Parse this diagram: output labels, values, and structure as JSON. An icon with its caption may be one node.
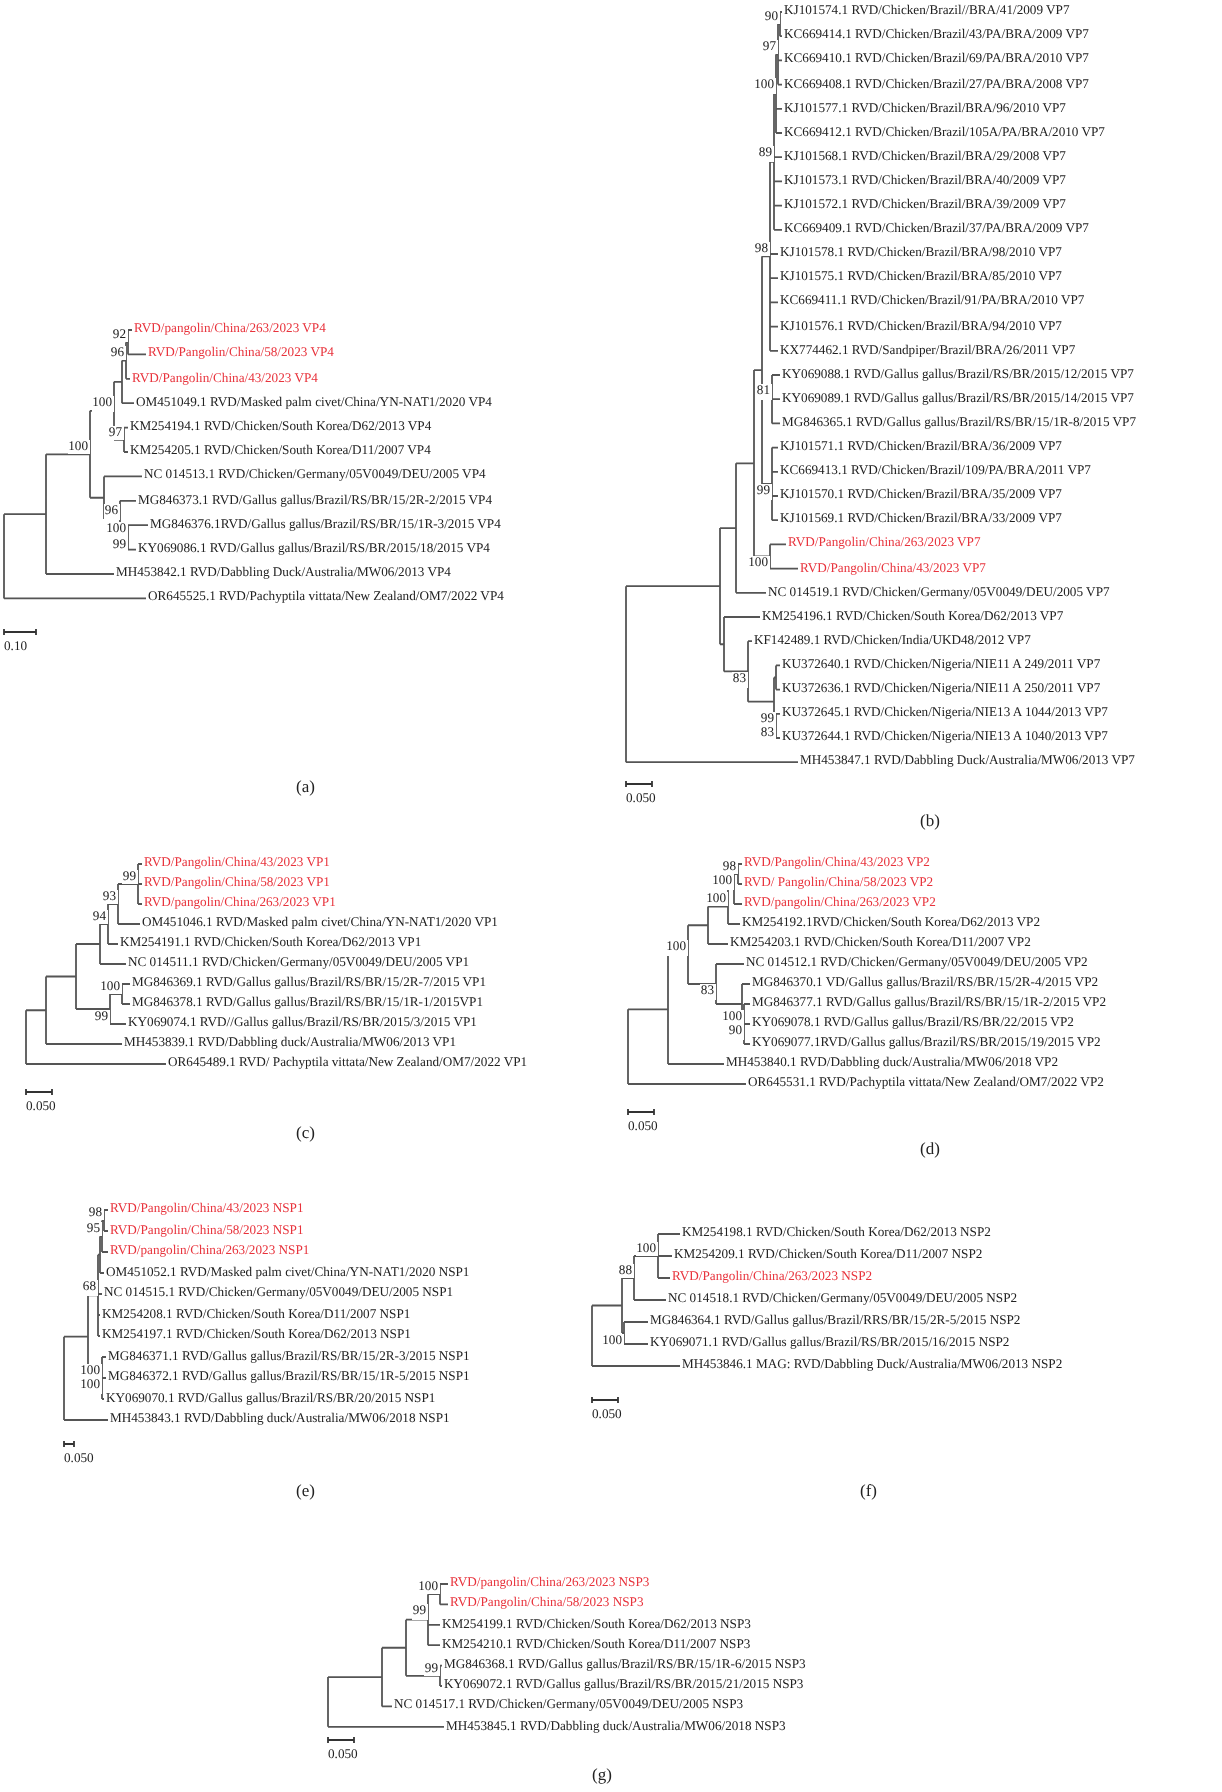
{
  "diagram": {
    "labels": [
      "RVD/pangolin/China/263/2023 VP4",
      "RVD/Pangolin/China/58/2023 VP4",
      "RVD/Pangolin/China/43/2023 VP4",
      "OM451049.1 RVD/Masked palm civet/China/YN-NAT1/2020 VP4",
      "KM254194.1 RVD/Chicken/South Korea/D62/2013 VP4",
      "KM254205.1 RVD/Chicken/South Korea/D11/2007 VP4",
      "NC 014513.1 RVD/Chicken/Germany/05V0049/DEU/2005 VP4",
      "MG846373.1 RVD/Gallus gallus/Brazil/RS/BR/15/2R-2/2015 VP4",
      "MG846376.1RVD/Gallus gallus/Brazil/RS/BR/15/1R-3/2015 VP4",
      "KY069086.1 RVD/Gallus gallus/Brazil/RS/BR/2015/18/2015 VP4",
      "MH453842.1 RVD/Dabbling Duck/Australia/MW06/2013 VP4",
      "OR645525.1 RVD/Pachyptila vittata/New Zealand/OM7/2022 VP4",
      "92",
      "96",
      "100",
      "100",
      "97",
      "96",
      "100",
      "99",
      "0.10",
      "(a)",
      "KJ101574.1 RVD/Chicken/Brazil//BRA/41/2009 VP7",
      "KC669414.1 RVD/Chicken/Brazil/43/PA/BRA/2009 VP7",
      "KC669410.1 RVD/Chicken/Brazil/69/PA/BRA/2010 VP7",
      "KC669408.1 RVD/Chicken/Brazil/27/PA/BRA/2008 VP7",
      "KJ101577.1 RVD/Chicken/Brazil/BRA/96/2010 VP7",
      "KC669412.1 RVD/Chicken/Brazil/105A/PA/BRA/2010 VP7",
      "KJ101568.1 RVD/Chicken/Brazil/BRA/29/2008 VP7",
      "KJ101573.1 RVD/Chicken/Brazil/BRA/40/2009 VP7",
      "KJ101572.1 RVD/Chicken/Brazil/BRA/39/2009 VP7",
      "KC669409.1 RVD/Chicken/Brazil/37/PA/BRA/2009 VP7",
      "KJ101578.1 RVD/Chicken/Brazil/BRA/98/2010 VP7",
      "KJ101575.1 RVD/Chicken/Brazil/BRA/85/2010 VP7",
      "KC669411.1 RVD/Chicken/Brazil/91/PA/BRA/2010 VP7",
      "KJ101576.1 RVD/Chicken/Brazil/BRA/94/2010 VP7",
      "KX774462.1 RVD/Sandpiper/Brazil/BRA/26/2011 VP7",
      "KY069088.1 RVD/Gallus gallus/Brazil/RS/BR/2015/12/2015 VP7",
      "KY069089.1 RVD/Gallus gallus/Brazil/RS/BR/2015/14/2015 VP7",
      "MG846365.1 RVD/Gallus gallus/Brazil/RS/BR/15/1R-8/2015 VP7",
      "KJ101571.1 RVD/Chicken/Brazil/BRA/36/2009 VP7",
      "KC669413.1 RVD/Chicken/Brazil/109/PA/BRA/2011 VP7",
      "KJ101570.1 RVD/Chicken/Brazil/BRA/35/2009 VP7",
      "KJ101569.1 RVD/Chicken/Brazil/BRA/33/2009 VP7",
      "RVD/Pangolin/China/263/2023 VP7",
      "RVD/Pangolin/China/43/2023 VP7",
      "NC 014519.1 RVD/Chicken/Germany/05V0049/DEU/2005 VP7",
      "KM254196.1 RVD/Chicken/South Korea/D62/2013 VP7",
      "KF142489.1 RVD/Chicken/India/UKD48/2012 VP7",
      "KU372640.1 RVD/Chicken/Nigeria/NIE11 A 249/2011 VP7",
      "KU372636.1 RVD/Chicken/Nigeria/NIE11 A 250/2011 VP7",
      "KU372645.1 RVD/Chicken/Nigeria/NIE13 A 1044/2013 VP7",
      "KU372644.1 RVD/Chicken/Nigeria/NIE13 A 1040/2013 VP7",
      "MH453847.1 RVD/Dabbling Duck/Australia/MW06/2013 VP7",
      "90",
      "97",
      "100",
      "89",
      "98",
      "81",
      "99",
      "100",
      "83",
      "99",
      "83",
      "0.050",
      "(b)",
      "RVD/Pangolin/China/43/2023 VP1",
      "RVD/Pangolin/China/58/2023 VP1",
      "RVD/pangolin/China/263/2023 VP1",
      "OM451046.1 RVD/Masked palm civet/China/YN-NAT1/2020 VP1",
      "KM254191.1 RVD/Chicken/South Korea/D62/2013 VP1",
      "NC 014511.1 RVD/Chicken/Germany/05V0049/DEU/2005 VP1",
      "MG846369.1 RVD/Gallus gallus/Brazil/RS/BR/15/2R-7/2015 VP1",
      "MG846378.1 RVD/Gallus gallus/Brazil/RS/BR/15/1R-1/2015VP1",
      "KY069074.1 RVD//Gallus gallus/Brazil/RS/BR/2015/3/2015 VP1",
      "MH453839.1 RVD/Dabbling duck/Australia/MW06/2013 VP1",
      "OR645489.1 RVD/ Pachyptila vittata/New Zealand/OM7/2022 VP1",
      "99",
      "93",
      "94",
      "100",
      "99",
      "0.050",
      "(c)",
      "RVD/Pangolin/China/43/2023 VP2",
      "RVD/ Pangolin/China/58/2023 VP2",
      "RVD/pangolin/China/263/2023 VP2",
      "KM254192.1RVD/Chicken/South Korea/D62/2013 VP2",
      "KM254203.1 RVD/Chicken/South Korea/D11/2007 VP2",
      "NC 014512.1 RVD/Chicken/Germany/05V0049/DEU/2005 VP2",
      "MG846370.1 VD/Gallus gallus/Brazil/RS/BR/15/2R-4/2015 VP2",
      "MG846377.1 RVD/Gallus gallus/Brazil/RS/BR/15/1R-2/2015 VP2",
      "KY069078.1 RVD/Gallus gallus/Brazil/RS/BR/22/2015 VP2",
      "KY069077.1RVD/Gallus gallus/Brazil/RS/BR/2015/19/2015 VP2",
      "MH453840.1 RVD/Dabbling duck/Australia/MW06/2018 VP2",
      "OR645531.1 RVD/Pachyptila vittata/New Zealand/OM7/2022 VP2",
      "98",
      "100",
      "100",
      "100",
      "83",
      "100",
      "90",
      "0.050",
      "(d)",
      "RVD/Pangolin/China/43/2023 NSP1",
      "RVD/Pangolin/China/58/2023 NSP1",
      "RVD/pangolin/China/263/2023 NSP1",
      "OM451052.1 RVD/Masked palm civet/China/YN-NAT1/2020 NSP1",
      "NC 014515.1 RVD/Chicken/Germany/05V0049/DEU/2005 NSP1",
      "KM254208.1 RVD/Chicken/South Korea/D11/2007 NSP1",
      "KM254197.1 RVD/Chicken/South Korea/D62/2013 NSP1",
      "MG846371.1 RVD/Gallus gallus/Brazil/RS/BR/15/2R-3/2015 NSP1",
      "MG846372.1 RVD/Gallus gallus/Brazil/RS/BR/15/1R-5/2015 NSP1",
      "KY069070.1 RVD/Gallus gallus/Brazil/RS/BR/20/2015 NSP1",
      "MH453843.1 RVD/Dabbling duck/Australia/MW06/2018 NSP1",
      "98",
      "95",
      "68",
      "100",
      "100",
      "0.050",
      "(e)",
      "KM254198.1 RVD/Chicken/South Korea/D62/2013 NSP2",
      "KM254209.1 RVD/Chicken/South Korea/D11/2007 NSP2",
      "RVD/Pangolin/China/263/2023 NSP2",
      "NC 014518.1 RVD/Chicken/Germany/05V0049/DEU/2005 NSP2",
      "MG846364.1 RVD/Gallus gallus/Brazil/RRS/BR/15/2R-5/2015 NSP2",
      "KY069071.1 RVD/Gallus gallus/Brazil/RS/BR/2015/16/2015 NSP2",
      "MH453846.1 MAG: RVD/Dabbling Duck/Australia/MW06/2013 NSP2",
      "100",
      "88",
      "100",
      "0.050",
      "(f)",
      "RVD/pangolin/China/263/2023 NSP3",
      "RVD/Pangolin/China/58/2023 NSP3",
      "KM254199.1 RVD/Chicken/South Korea/D62/2013 NSP3",
      "KM254210.1 RVD/Chicken/South Korea/D11/2007 NSP3",
      "MG846368.1 RVD/Gallus gallus/Brazil/RS/BR/15/1R-6/2015 NSP3",
      "KY069072.1 RVD/Gallus gallus/Brazil/RS/BR/2015/21/2015 NSP3",
      "NC 014517.1 RVD/Chicken/Germany/05V0049/DEU/2005 NSP3",
      "MH453845.1 RVD/Dabbling duck/Australia/MW06/2018 NSP3",
      "100",
      "99",
      "99",
      "0.050",
      "(g)"
    ]
  }
}
